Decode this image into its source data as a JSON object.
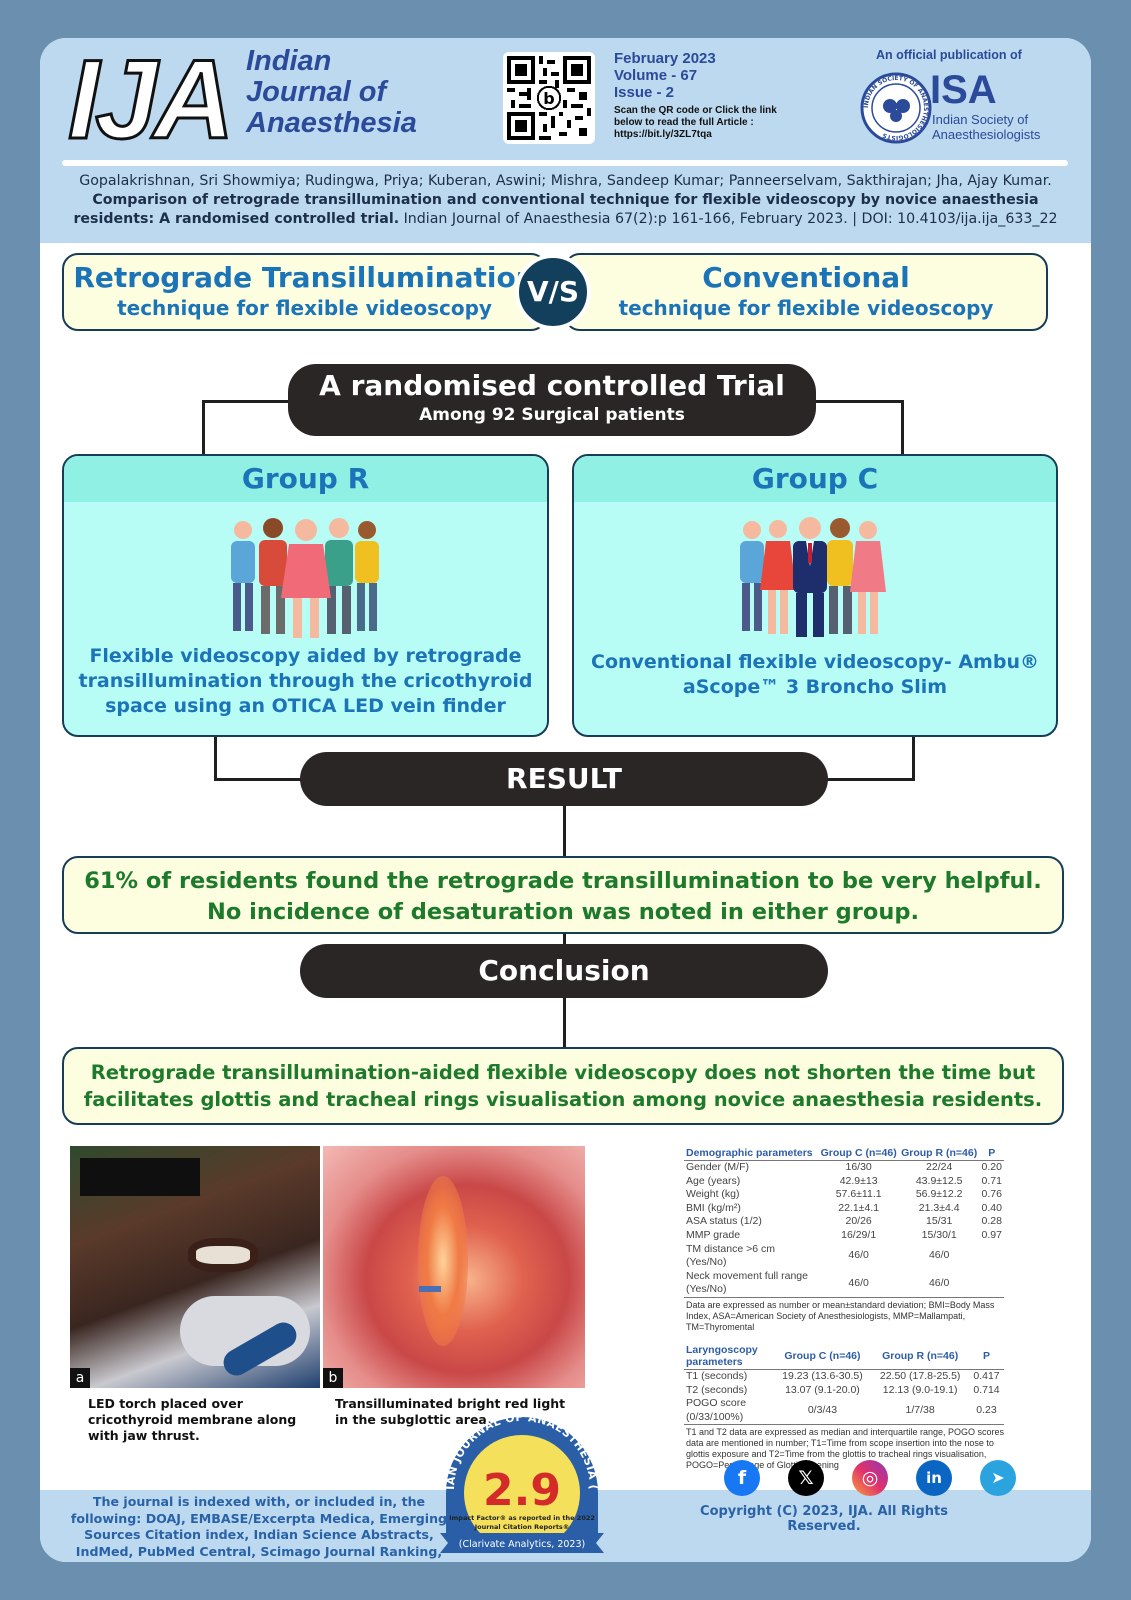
{
  "header": {
    "logo_text": "IJA",
    "journal_name_lines": [
      "Indian",
      "Journal of",
      "Anaesthesia"
    ],
    "issue_date": "February 2023",
    "volume": "Volume - 67",
    "issue": "Issue - 2",
    "scan_note": "Scan the QR code or Click the link below to read the full Article :",
    "link": "https://bit.ly/3ZL7tqa",
    "official_caption": "An official publication of",
    "isa_abbr": "ISA",
    "isa_full": "Indian Society of Anaesthesiologists",
    "seal_text": "INDIAN SOCIETY OF ANAESTHESIOLOGISTS"
  },
  "citation": {
    "authors": "Gopalakrishnan, Sri Showmiya; Rudingwa, Priya; Kuberan, Aswini; Mishra, Sandeep Kumar; Panneerselvam, Sakthirajan; Jha, Ajay Kumar.",
    "title": "Comparison of retrograde transillumination and conventional technique for flexible videoscopy by novice anaesthesia residents: A randomised controlled trial.",
    "source": "Indian Journal of Anaesthesia 67(2):p 161-166, February 2023. | DOI: 10.4103/ija.ija_633_22"
  },
  "comparison": {
    "left_title": "Retrograde Transillumination",
    "left_sub": "technique for flexible videoscopy",
    "vs": "V/S",
    "right_title": "Conventional",
    "right_sub": "technique for flexible videoscopy"
  },
  "trial": {
    "title": "A randomised controlled Trial",
    "subtitle": "Among 92 Surgical patients"
  },
  "groups": [
    {
      "name": "Group R",
      "description": "Flexible videoscopy aided by retrograde transillumination through the cricothyroid space using an OTICA LED vein finder"
    },
    {
      "name": "Group C",
      "description": "Conventional flexible videoscopy- Ambu® aScope™ 3 Broncho Slim"
    }
  ],
  "result": {
    "label": "RESULT",
    "line1": "61% of residents found the retrograde transillumination to be very helpful.",
    "line2": "No incidence of desaturation was noted in either group."
  },
  "conclusion": {
    "label": "Conclusion",
    "line1": "Retrograde transillumination-aided flexible videoscopy does not shorten the time but",
    "line2": "facilitates glottis and tracheal rings visualisation among novice anaesthesia residents."
  },
  "figures": [
    {
      "label": "a",
      "caption": "LED torch placed over cricothyroid membrane along with jaw thrust."
    },
    {
      "label": "b",
      "caption": "Transilluminated bright red light in the subglottic area."
    }
  ],
  "demographics_table": {
    "headers": [
      "Demographic parameters",
      "Group C (n=46)",
      "Group R (n=46)",
      "P"
    ],
    "rows": [
      [
        "Gender (M/F)",
        "16/30",
        "22/24",
        "0.20"
      ],
      [
        "Age (years)",
        "42.9±13",
        "43.9±12.5",
        "0.71"
      ],
      [
        "Weight (kg)",
        "57.6±11.1",
        "56.9±12.2",
        "0.76"
      ],
      [
        "BMI (kg/m²)",
        "22.1±4.1",
        "21.3±4.4",
        "0.40"
      ],
      [
        "ASA status (1/2)",
        "20/26",
        "15/31",
        "0.28"
      ],
      [
        "MMP grade",
        "16/29/1",
        "15/30/1",
        "0.97"
      ],
      [
        "TM distance >6 cm (Yes/No)",
        "46/0",
        "46/0",
        ""
      ],
      [
        "Neck movement full range (Yes/No)",
        "46/0",
        "46/0",
        ""
      ]
    ],
    "note": "Data are expressed as number or mean±standard deviation; BMI=Body Mass Index, ASA=American Society of Anesthesiologists, MMP=Mallampati, TM=Thyromental"
  },
  "laryngoscopy_table": {
    "headers": [
      "Laryngoscopy parameters",
      "Group C (n=46)",
      "Group R (n=46)",
      "P"
    ],
    "rows": [
      [
        "T1 (seconds)",
        "19.23 (13.6-30.5)",
        "22.50 (17.8-25.5)",
        "0.417"
      ],
      [
        "T2 (seconds)",
        "13.07 (9.1-20.0)",
        "12.13 (9.0-19.1)",
        "0.714"
      ],
      [
        "POGO score (0/33/100%)",
        "0/3/43",
        "1/7/38",
        "0.23"
      ]
    ],
    "note": "T1 and T2 data are expressed as median and interquartile range, POGO scores data are mentioned in number; T1=Time from scope insertion into the nose to glottis exposure and T2=Time from the glottis to tracheal rings visualisation, POGO=Percentage of Glottic Opening"
  },
  "footer": {
    "index_text": "The journal is indexed with, or included in, the following: DOAJ, EMBASE/Excerpta Medica, Emerging Sources Citation index, Indian Science Abstracts, IndMed, PubMed Central, Scimago Journal Ranking, SCOPUS. Web of Science.",
    "badge_arc": "INDIAN JOURNAL OF ANAESTHESIA (IJA)",
    "impact_factor": "2.9",
    "impact_note_1": "Impact Factor® as reported in the 2022",
    "impact_note_2": "Journal Citation Reports®",
    "badge_ribbon": "(Clarivate Analytics, 2023)",
    "social_icons": [
      "facebook-icon",
      "x-icon",
      "instagram-icon",
      "linkedin-icon",
      "telegram-icon"
    ],
    "copyright": "Copyright (C) 2023, IJA. All Rights Reserved."
  },
  "colors": {
    "page_bg": "#6b8fae",
    "header_bg": "#bcd9ef",
    "brand_blue": "#2b4a9a",
    "heading_blue": "#1c74b8",
    "result_green": "#1d7a2a",
    "pill_dark": "#2b2626",
    "group_bg": "#b7fdf5",
    "statement_bg": "#fdfee0"
  }
}
